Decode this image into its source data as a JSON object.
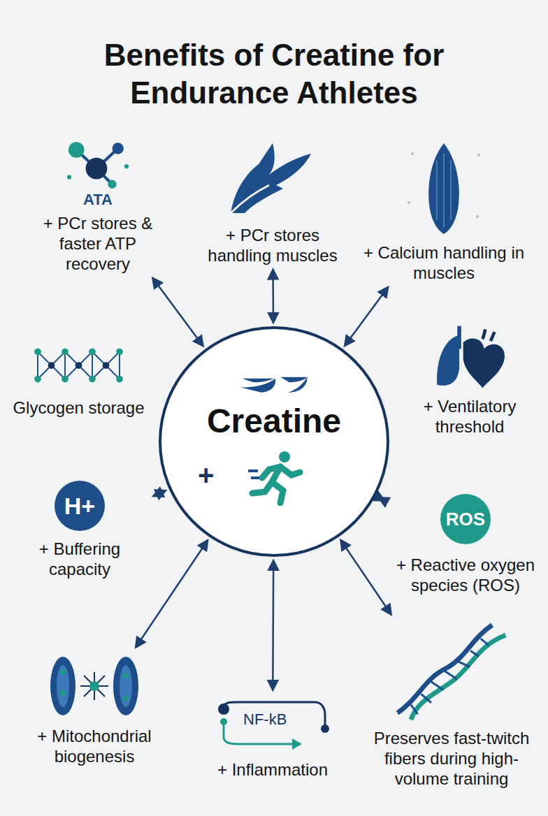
{
  "diagram": {
    "title": "Benefits of Creatine for Endurance Athletes",
    "nodes": [
      {
        "text": [
          "ATA",
          "+ PCr stores & faster ATP recovery"
        ]
      },
      {
        "text": [
          "+ PCr stores handling muscles"
        ]
      },
      {
        "text": [
          "+ Calcium handling in muscles"
        ]
      },
      {
        "text": [
          "Glycogen storage"
        ]
      },
      {
        "text": [
          "Creatine",
          "+"
        ]
      },
      {
        "text": [
          "+ Ventilatory threshold"
        ]
      },
      {
        "text": [
          "H+",
          "+ Buffering capacity"
        ]
      },
      {
        "text": [
          "ROS",
          "+ Reactive oxygen species (ROS)"
        ]
      },
      {
        "text": [
          "+ Mitochondrial biogenesis"
        ]
      },
      {
        "text": [
          "NF-kB",
          "+ Inflammation"
        ]
      },
      {
        "text": [
          "Preserves fast-twitch fibers during high-volume training"
        ]
      }
    ],
    "edges": [
      {
        "from": 0,
        "to": 4,
        "arrow": "both"
      },
      {
        "from": 1,
        "to": 4,
        "arrow": "both"
      },
      {
        "from": 2,
        "to": 4,
        "arrow": "both"
      },
      {
        "from": 6,
        "to": 4,
        "arrow": "both"
      },
      {
        "from": 7,
        "to": 4,
        "arrow": "both"
      },
      {
        "from": 9,
        "to": 4,
        "arrow": "both"
      },
      {
        "from": 10,
        "to": 4,
        "arrow": "both"
      },
      {
        "from": 8,
        "to": 4,
        "arrow": "both"
      }
    ]
  }
}
